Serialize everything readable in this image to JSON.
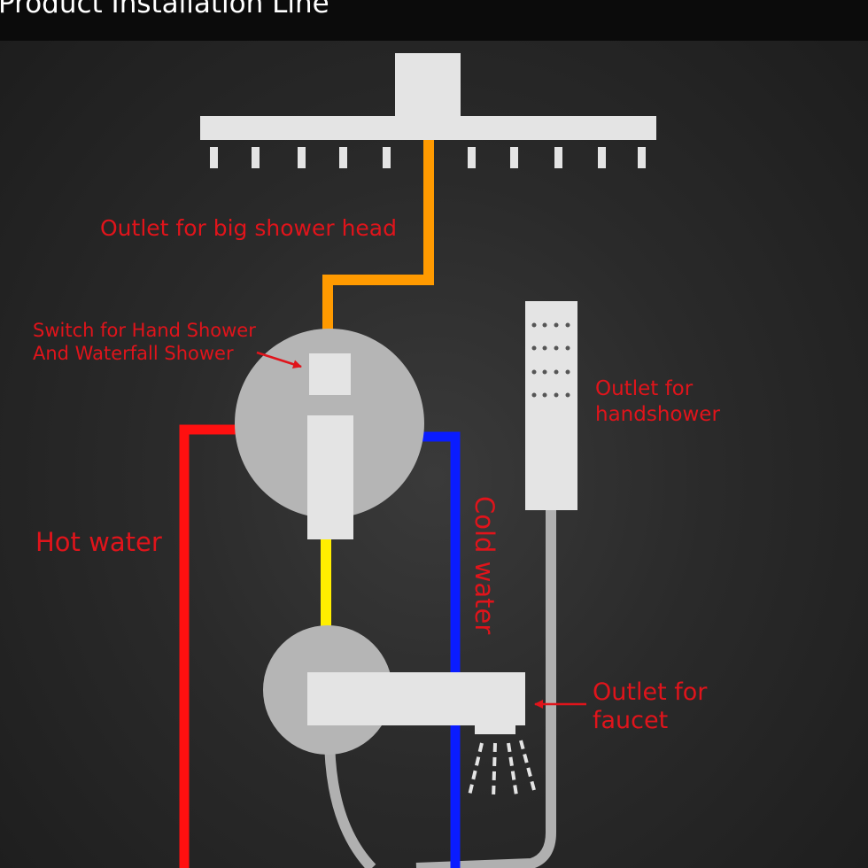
{
  "header": {
    "title": "Product Installation Line"
  },
  "labels": {
    "big_shower_outlet": "Outlet for big shower head",
    "switch_line1": "Switch for Hand Shower",
    "switch_line2": "And Waterfall Shower",
    "handshower_line1": "Outlet for",
    "handshower_line2": "handshower",
    "hot_water": "Hot water",
    "cold_water": "Cold water",
    "faucet_line1": "Outlet for",
    "faucet_line2": "faucet"
  },
  "colors": {
    "background": "#262626",
    "header_bar": "#0b0b0b",
    "label_red": "#e0141b",
    "hot_pipe": "#ff1010",
    "cold_pipe": "#0a1cff",
    "shower_head_pipe": "#ff9a00",
    "diverter_pipe": "#ffee00",
    "fixture_gray": "#b5b5b5",
    "fixture_white": "#e4e4e4"
  }
}
